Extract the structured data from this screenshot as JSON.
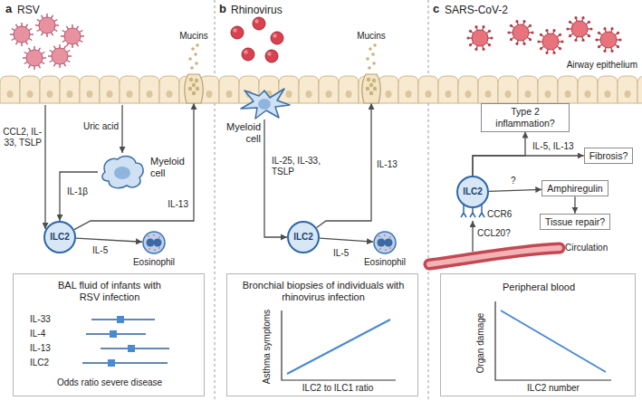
{
  "diagram": {
    "nodes": [
      {
        "text": [
          "Myeloid cell"
        ]
      },
      {
        "text": [
          "ILC2"
        ]
      },
      {
        "text": [
          "Eosinophil"
        ]
      },
      {
        "text": [
          "Mucins"
        ]
      },
      {
        "text": [
          "BAL fluid of infants with RSV infection",
          "IL-33",
          "IL-4",
          "IL-13",
          "ILC2",
          "Odds ratio severe disease"
        ]
      },
      {
        "text": [
          "Myeloid cell"
        ]
      },
      {
        "text": [
          "ILC2"
        ]
      },
      {
        "text": [
          "Eosinophil"
        ]
      },
      {
        "text": [
          "Mucins"
        ]
      },
      {
        "text": [
          "Bronchial biopsies of individuals with rhinovirus infection",
          "Asthma symptoms",
          "ILC2 to ILC1 ratio"
        ]
      },
      {
        "text": [
          "ILC2"
        ]
      },
      {
        "text": [
          "Type 2 inflammation?"
        ]
      },
      {
        "text": [
          "Fibrosis?"
        ]
      },
      {
        "text": [
          "Amphiregulin"
        ]
      },
      {
        "text": [
          "Tissue repair?"
        ]
      },
      {
        "text": [
          "Peripheral blood",
          "Organ damage",
          "ILC2 number"
        ]
      }
    ],
    "edges": [
      {
        "from": 0,
        "to": 1,
        "label": "IL-1β",
        "arrow": "to"
      },
      {
        "from": 1,
        "to": 2,
        "label": "IL-5",
        "arrow": "to"
      },
      {
        "from": 1,
        "to": 3,
        "label": "IL-13",
        "arrow": "to"
      },
      {
        "from": 5,
        "to": 6,
        "label": "IL-25, IL-33, TSLP",
        "arrow": "to"
      },
      {
        "from": 6,
        "to": 7,
        "label": "IL-5",
        "arrow": "to"
      },
      {
        "from": 6,
        "to": 8,
        "label": "IL-13",
        "arrow": "to"
      },
      {
        "from": 10,
        "to": 11,
        "arrow": "to"
      },
      {
        "from": 10,
        "to": 12,
        "label": "IL-5, IL-13",
        "arrow": "to"
      },
      {
        "from": 10,
        "to": 13,
        "label": "?",
        "arrow": "to"
      },
      {
        "from": 13,
        "to": 14,
        "arrow": "to"
      }
    ],
    "labels": [
      "a",
      "RSV",
      "CCL2, IL-33, TSLP",
      "Uric acid",
      "b",
      "Rhinovirus",
      "c",
      "SARS-CoV-2",
      "Airway epithelium",
      "CCR6",
      "CCL20?",
      "Circulation"
    ]
  }
}
